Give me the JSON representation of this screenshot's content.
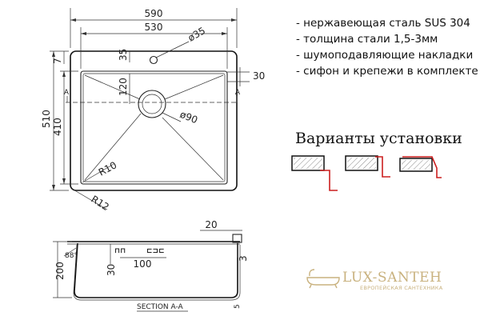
{
  "dimensions": {
    "outer_width": "590",
    "inner_width": "530",
    "hole_diameter": "ø35",
    "hole_offset": "35",
    "drain_offset": "120",
    "rim_width": "30",
    "left_rim": "7",
    "outer_height": "510",
    "inner_height": "410",
    "drain_diameter": "ø90",
    "inner_radius": "R10",
    "outer_radius": "R12",
    "section_marker": "A",
    "side_rim": "20",
    "angle": "88°",
    "depth": "200",
    "drain_height": "30",
    "overflow_spacing": "100",
    "rim_thickness": "3",
    "bottom_offset": "5",
    "section_label": "SECTION A-A"
  },
  "specs": [
    "- нержавеющая сталь SUS 304",
    "- толщина стали 1,5-3мм",
    "- шумоподавляющие накладки",
    "- сифон и крепежи в комплекте"
  ],
  "installation": {
    "heading": "Варианты установки",
    "accent_color": "#cc1f1f",
    "options": [
      "undermount",
      "flush-mount",
      "top-mount"
    ]
  },
  "logo": {
    "name": "LUX-SANTEH",
    "tagline": "ЕВРОПЕЙСКАЯ САНТЕХНИКА",
    "color": "#c9b27f"
  }
}
